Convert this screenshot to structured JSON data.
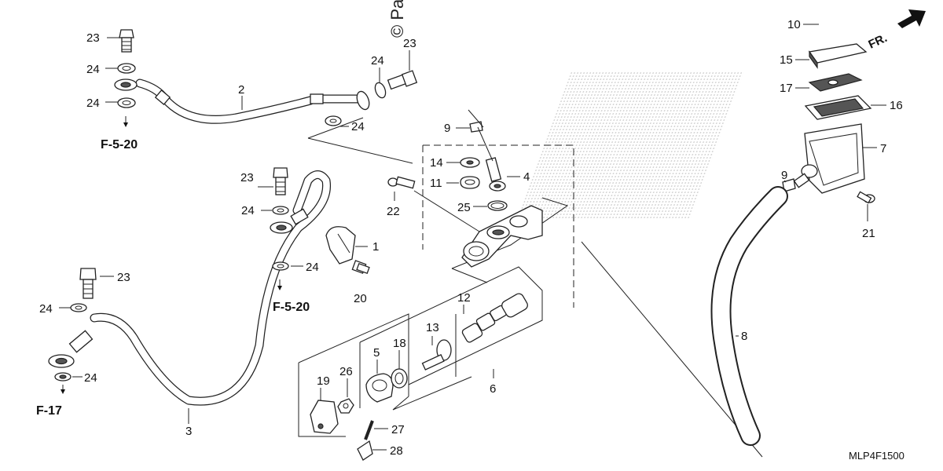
{
  "watermark": "© Partzilla.com",
  "direction_label": "FR.",
  "diagram_code": "MLP4F1500",
  "part_labels": [
    {
      "id": "p1",
      "text": "1"
    },
    {
      "id": "p2",
      "text": "2"
    },
    {
      "id": "p3",
      "text": "3"
    },
    {
      "id": "p4",
      "text": "4"
    },
    {
      "id": "p5",
      "text": "5"
    },
    {
      "id": "p6",
      "text": "6"
    },
    {
      "id": "p7",
      "text": "7"
    },
    {
      "id": "p8",
      "text": "8"
    },
    {
      "id": "p9a",
      "text": "9"
    },
    {
      "id": "p9b",
      "text": "9"
    },
    {
      "id": "p10",
      "text": "10"
    },
    {
      "id": "p11",
      "text": "11"
    },
    {
      "id": "p12",
      "text": "12"
    },
    {
      "id": "p13",
      "text": "13"
    },
    {
      "id": "p14",
      "text": "14"
    },
    {
      "id": "p15",
      "text": "15"
    },
    {
      "id": "p16",
      "text": "16"
    },
    {
      "id": "p17",
      "text": "17"
    },
    {
      "id": "p18",
      "text": "18"
    },
    {
      "id": "p19",
      "text": "19"
    },
    {
      "id": "p20",
      "text": "20"
    },
    {
      "id": "p21",
      "text": "21"
    },
    {
      "id": "p22",
      "text": "22"
    },
    {
      "id": "p23a",
      "text": "23"
    },
    {
      "id": "p23b",
      "text": "23"
    },
    {
      "id": "p23c",
      "text": "23"
    },
    {
      "id": "p23d",
      "text": "23"
    },
    {
      "id": "p24a",
      "text": "24"
    },
    {
      "id": "p24b",
      "text": "24"
    },
    {
      "id": "p24c",
      "text": "24"
    },
    {
      "id": "p24d",
      "text": "24"
    },
    {
      "id": "p24e",
      "text": "24"
    },
    {
      "id": "p24f",
      "text": "24"
    },
    {
      "id": "p24g",
      "text": "24"
    },
    {
      "id": "p24h",
      "text": "24"
    },
    {
      "id": "p25",
      "text": "25"
    },
    {
      "id": "p26",
      "text": "26"
    },
    {
      "id": "p27",
      "text": "27"
    },
    {
      "id": "p28",
      "text": "28"
    }
  ],
  "reference_labels": [
    {
      "id": "r1",
      "text": "F-5-20"
    },
    {
      "id": "r2",
      "text": "F-5-20"
    },
    {
      "id": "r3",
      "text": "F-17"
    }
  ]
}
